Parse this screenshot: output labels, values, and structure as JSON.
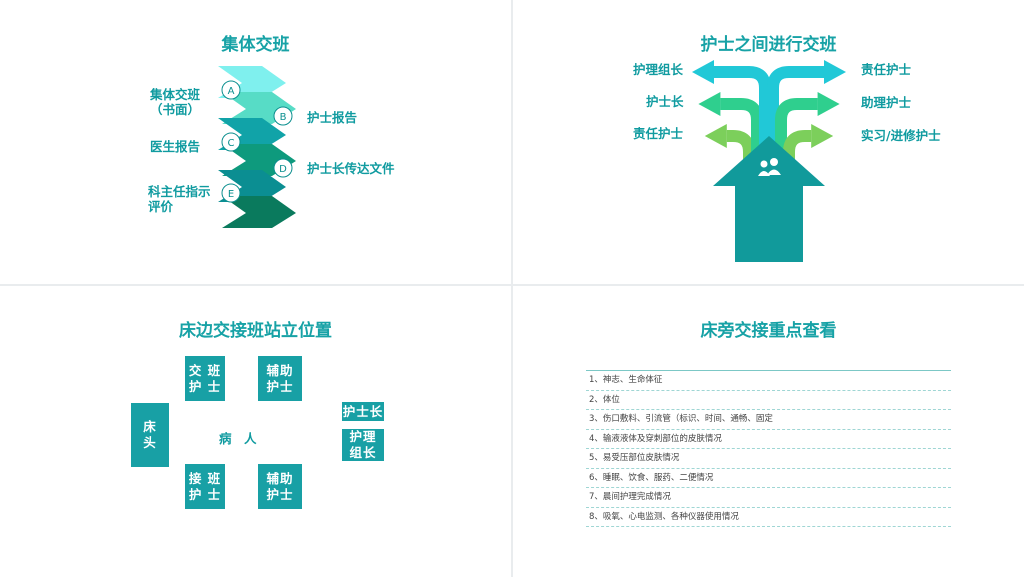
{
  "panel1": {
    "title": "集体交班",
    "letters": [
      "A",
      "B",
      "C",
      "D",
      "E"
    ],
    "labels": {
      "a": "集体交班\n（书面）",
      "b": "护士报告",
      "c": "医生报告",
      "d": "护士长传达文件",
      "e": "科主任指示\n评价"
    },
    "colors": [
      "#7ff0ee",
      "#57dcc6",
      "#11a3a8",
      "#0e9a7d",
      "#0b8e92",
      "#0a7a5d"
    ]
  },
  "panel2": {
    "title": "护士之间进行交班",
    "left": [
      "护理组长",
      "护士长",
      "责任护士"
    ],
    "right": [
      "责任护士",
      "助理护士",
      "实习/进修护士"
    ],
    "colors": {
      "house": "#119a9b",
      "cyan": "#21c8d7",
      "green": "#2fcf8e",
      "lime": "#7ccf5b"
    },
    "icon": "people-icon"
  },
  "panel3": {
    "title": "床边交接班站立位置",
    "bed": "床\n头",
    "patient": "病　人",
    "shift_top": "交 班\n护 士",
    "assist_top": "辅助\n护士",
    "shift_bottom": "接 班\n护 士",
    "assist_bottom": "辅助\n护士",
    "head_nurse": "护士长",
    "team_leader": "护理\n组长"
  },
  "panel4": {
    "title": "床旁交接重点查看",
    "items": [
      "1、神志、生命体征",
      "2、体位",
      "3、伤口敷料、引流管（标识、时间、通畅、固定",
      "4、输液液体及穿刺部位的皮肤情况",
      "5、易受压部位皮肤情况",
      "6、睡眠、饮食、服药、二便情况",
      "7、晨间护理完成情况",
      "8、吸氧、心电监测、各种仪器使用情况"
    ]
  }
}
